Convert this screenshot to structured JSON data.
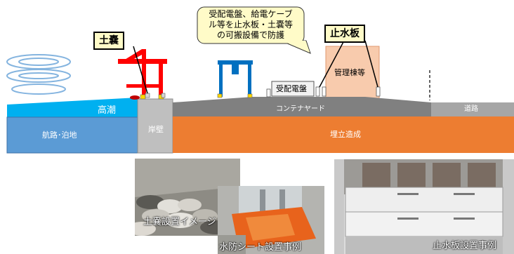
{
  "labels": {
    "callout_text": "受配電盤、給電ケーブル等を止水板・土嚢等の可搬設備で防護",
    "callout_line1": "受配電盤、給電ケーブ",
    "callout_line2": "ル等を止水板・土嚢等",
    "callout_line3": "の可搬設備で防護",
    "sandbag": "土嚢",
    "flood_barrier": "止水板",
    "high_tide": "高潮",
    "channel_anchorage": "航路･泊地",
    "quay_wall": "岸壁",
    "container_yard": "コンテナヤード",
    "reclaimed_land": "埋立造成",
    "road": "道路",
    "switchboard": "受配電盤",
    "admin_building": "管理棟等"
  },
  "photos": {
    "sandbag_caption": "土嚢設置イメージ",
    "sheet_caption": "水防シート設置事例",
    "barrier_caption": "止水板設置事例"
  },
  "colors": {
    "sea": "#5b9bd5",
    "high_tide_water": "#00b0f0",
    "quay": "#bfbfbf",
    "yard": "#808080",
    "reclaimed": "#ed7d31",
    "road": "#a6a6a6",
    "crane_red": "#ff0000",
    "crane_blue": "#0070c0",
    "admin_building": "#f8cbad",
    "label_box": "#fffbc8"
  }
}
